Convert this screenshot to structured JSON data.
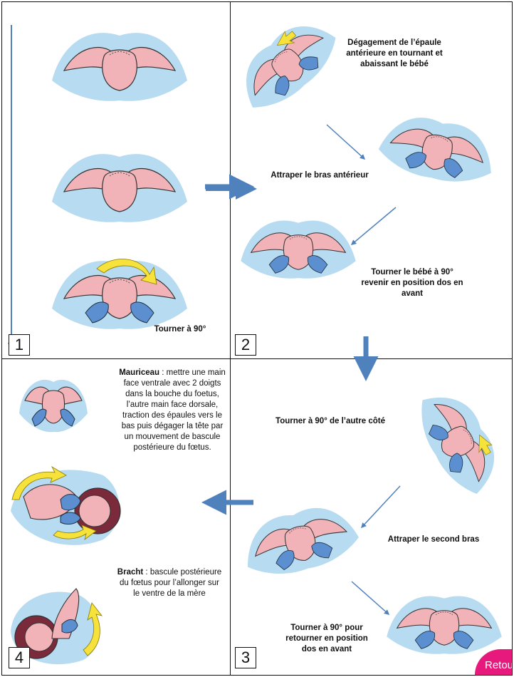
{
  "panels": {
    "p1": {
      "number": "1",
      "caption": "Tourner à 90°"
    },
    "p2": {
      "number": "2",
      "caption_top": "Dégagement de l’épaule antérieure en tournant et abaissant le bébé",
      "caption_mid": "Attraper le bras antérieur",
      "caption_bottom": "Tourner le bébé à 90° revenir en position dos en avant"
    },
    "p3": {
      "number": "3",
      "caption_top": "Tourner à 90° de l’autre côté",
      "caption_mid": "Attraper le second bras",
      "caption_bottom": "Tourner à 90° pour retourner en position dos en avant"
    },
    "p4": {
      "number": "4",
      "mauriceau_title": "Mauriceau",
      "mauriceau_text": " : mettre une main face ventrale avec 2 doigts dans la bouche du foetus, l’autre main face dorsale, traction des épaules vers le bas puis dégager la tête par un mouvement de bascule postérieure du fœtus.",
      "bracht_title": "Bracht",
      "bracht_text": " : bascule postérieure du fœtus pour l’allonger sur le ventre de la mère"
    }
  },
  "retour_label": "Retour",
  "colors": {
    "border": "#111111",
    "arrow": "#4f81bd",
    "skin": "#f2b3b8",
    "pad": "#b7dbf0",
    "glove": "#5b8fd0",
    "yellow": "#f6e23a",
    "retour": "#e8197d"
  }
}
